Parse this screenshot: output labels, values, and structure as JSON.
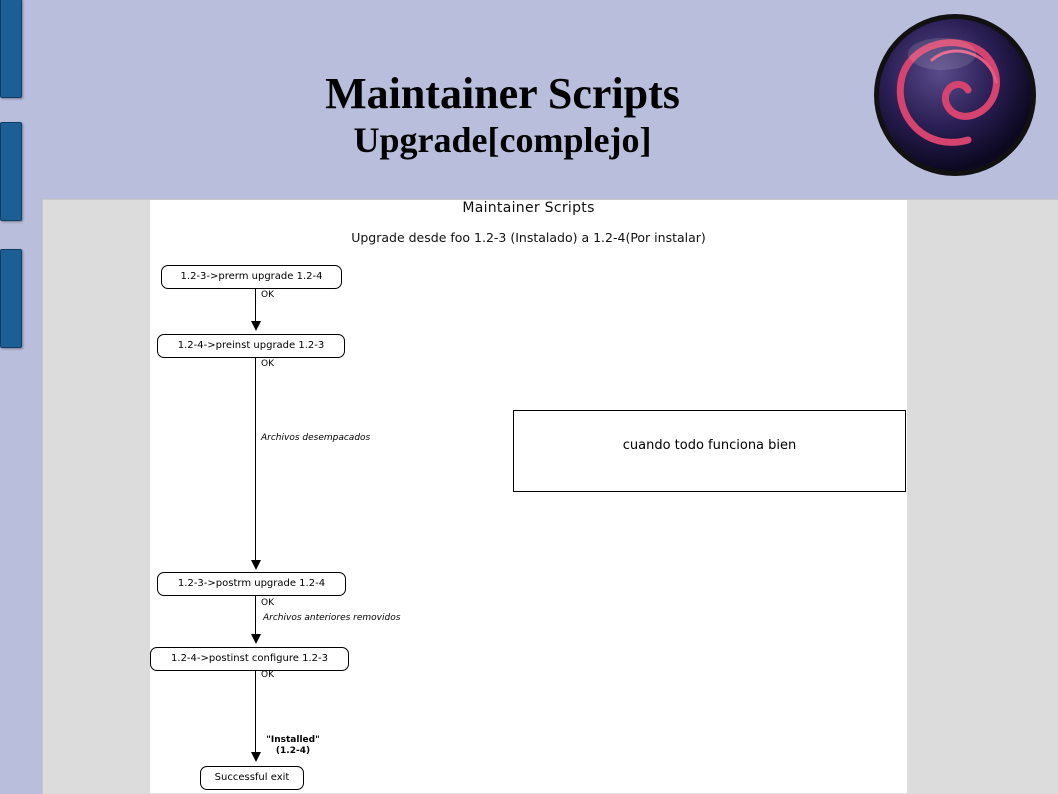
{
  "slide": {
    "title": "Maintainer Scripts",
    "subtitle": "Upgrade[complejo]"
  },
  "logo": {
    "icon": "debian-swirl-icon",
    "color_swirl": "#d6436e",
    "color_bg": "#2a1f55"
  },
  "diagram": {
    "title": "Maintainer Scripts",
    "subtitle": "Upgrade desde foo 1.2-3 (Instalado) a 1.2-4(Por instalar)",
    "nodes": [
      "1.2-3->prerm upgrade 1.2-4",
      "1.2-4->preinst upgrade 1.2-3",
      "1.2-3->postrm upgrade 1.2-4",
      "1.2-4->postinst configure 1.2-3",
      "Successful exit"
    ],
    "edge_labels": {
      "ok": "OK",
      "unpacked": "Archivos desempacados",
      "removed": "Archivos anteriores removidos",
      "installed_line1": "\"Installed\"",
      "installed_line2": "(1.2-4)"
    },
    "note": "cuando todo funciona bien"
  }
}
